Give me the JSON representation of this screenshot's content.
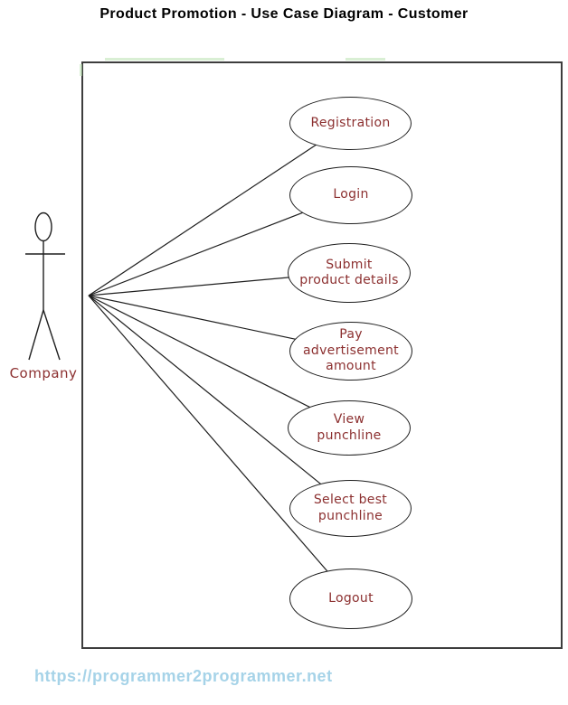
{
  "title": "Product Promotion - Use Case Diagram - Customer",
  "diagram": {
    "type": "uml-use-case",
    "actor": {
      "label": "Company"
    },
    "use_cases": [
      {
        "id": "registration",
        "label": [
          "Registration"
        ]
      },
      {
        "id": "login",
        "label": [
          "Login"
        ]
      },
      {
        "id": "submit-product-details",
        "label": [
          "Submit",
          "product details"
        ]
      },
      {
        "id": "pay-advertisement-amount",
        "label": [
          "Pay",
          "advertisement",
          "amount"
        ]
      },
      {
        "id": "view-punchline",
        "label": [
          "View",
          "punchline"
        ]
      },
      {
        "id": "select-best-punchline",
        "label": [
          "Select best",
          "punchline"
        ]
      },
      {
        "id": "logout",
        "label": [
          "Logout"
        ]
      }
    ],
    "connections": [
      {
        "from": "Company",
        "to": "Registration"
      },
      {
        "from": "Company",
        "to": "Login"
      },
      {
        "from": "Company",
        "to": "Submit product details"
      },
      {
        "from": "Company",
        "to": "Pay advertisement amount"
      },
      {
        "from": "Company",
        "to": "View punchline"
      },
      {
        "from": "Company",
        "to": "Select best punchline"
      },
      {
        "from": "Company",
        "to": "Logout"
      }
    ]
  },
  "footer": {
    "url": "https://programmer2programmer.net"
  },
  "colors": {
    "title_text": "#000000",
    "use_case_text": "#8C3030",
    "actor_label_text": "#8C3030",
    "shape_stroke": "#1f1f1f",
    "boundary_border": "#3d3d3d",
    "url_text": "#A6D3E8",
    "background": "#ffffff"
  }
}
